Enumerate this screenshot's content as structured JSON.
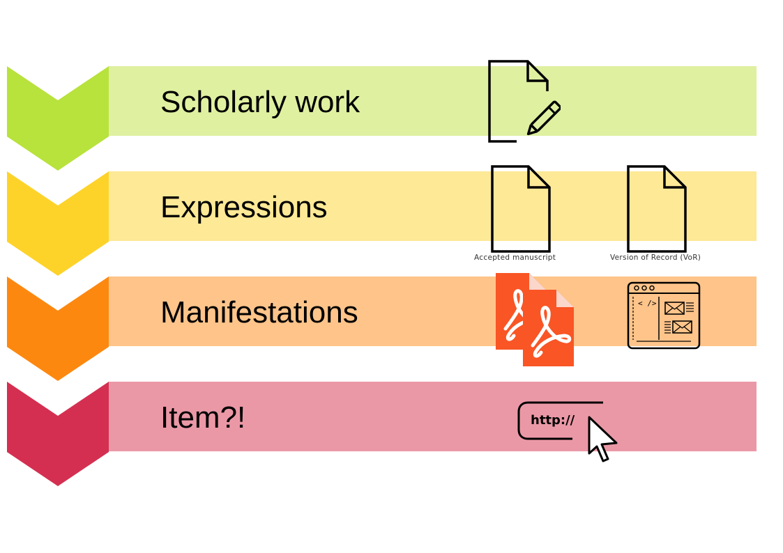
{
  "levels": [
    {
      "label": "Scholarly work",
      "band_color": "#dff0a0",
      "chevron_color": "#b8e23c"
    },
    {
      "label": "Expressions",
      "band_color": "#fde996",
      "chevron_color": "#fdd32a"
    },
    {
      "label": "Manifestations",
      "band_color": "#fec48a",
      "chevron_color": "#fd8810"
    },
    {
      "label": "Item?!",
      "band_color": "#eb98a6",
      "chevron_color": "#d42f51"
    }
  ],
  "captions": {
    "accepted_manuscript": "Accepted manuscript",
    "version_of_record": "Version of Record (VoR)"
  },
  "url_icon_text": "http://",
  "icons": {
    "scholarly_work": "document-edit-icon",
    "accepted_manuscript": "document-icon",
    "version_of_record": "document-icon",
    "pdf": "pdf-file-icon",
    "web_page": "web-page-icon",
    "item": "url-cursor-icon"
  }
}
